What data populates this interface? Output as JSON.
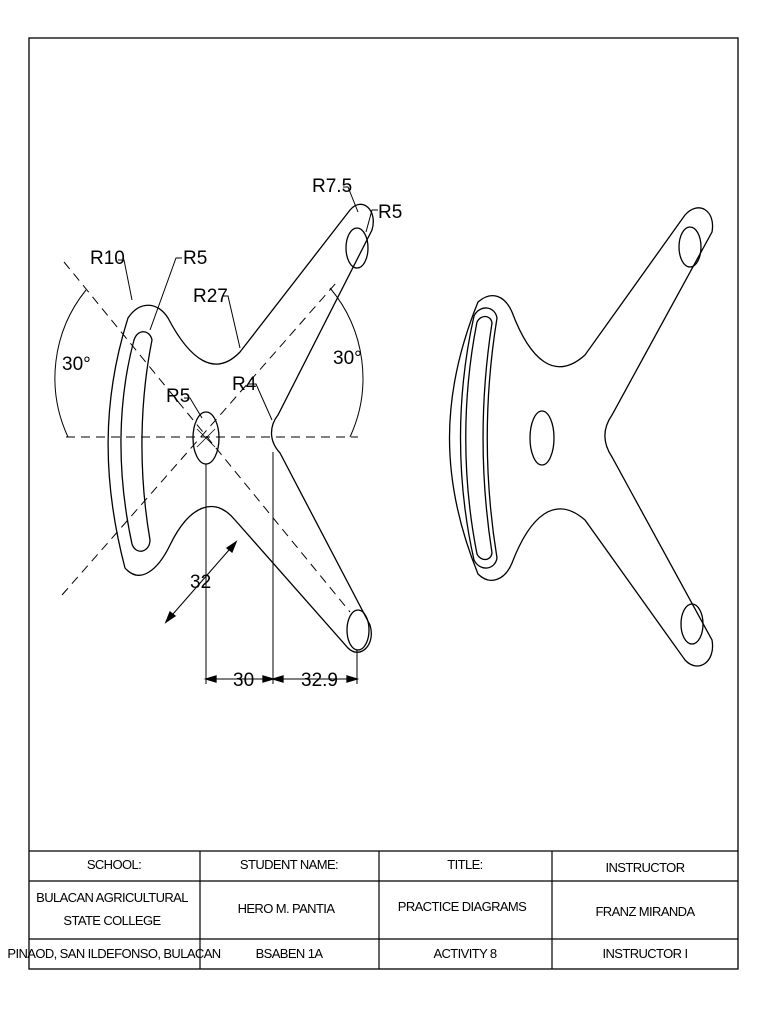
{
  "drawing": {
    "labels": {
      "r10": "R10",
      "r5_top_left": "R5",
      "r27": "R27",
      "r7_5": "R7.5",
      "r5_top_right": "R5",
      "r5_center": "R5",
      "r4": "R4",
      "angle_left": "30°",
      "angle_right": "30°",
      "dim_32": "32",
      "dim_30": "30",
      "dim_32_9": "32.9"
    }
  },
  "title_block": {
    "row1": {
      "school_header": "SCHOOL:",
      "student_header": "STUDENT NAME:",
      "title_header": "TITLE:",
      "instructor_header": "INSTRUCTOR"
    },
    "row2": {
      "school_line1": "BULACAN AGRICULTURAL",
      "school_line2": "STATE COLLEGE",
      "student_name": "HERO M. PANTIA",
      "title": "PRACTICE DIAGRAMS",
      "instructor_name": "FRANZ MIRANDA"
    },
    "row3": {
      "address": "PINAOD, SAN ILDEFONSO, BULACAN",
      "section": "BSABEN 1A",
      "activity": "ACTIVITY 8",
      "rank": "INSTRUCTOR I"
    }
  }
}
